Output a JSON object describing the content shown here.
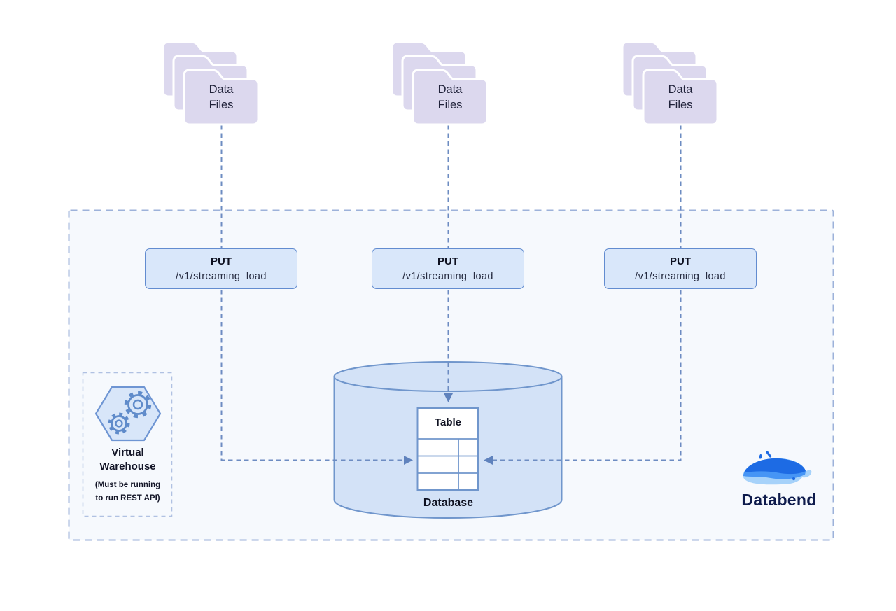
{
  "folders": [
    {
      "label": "Data Files"
    },
    {
      "label": "Data Files"
    },
    {
      "label": "Data Files"
    }
  ],
  "endpoints": [
    {
      "method": "PUT",
      "path": "/v1/streaming_load"
    },
    {
      "method": "PUT",
      "path": "/v1/streaming_load"
    },
    {
      "method": "PUT",
      "path": "/v1/streaming_load"
    }
  ],
  "virtual_warehouse": {
    "title": "Virtual Warehouse",
    "note_lines": [
      "(Must be running",
      "to run REST API)"
    ]
  },
  "database": {
    "table_label": "Table",
    "label": "Database"
  },
  "brand": {
    "name": "Databend"
  },
  "colors": {
    "folder_fill": "#dcd8ee",
    "endpoint_fill": "#d9e7fa",
    "endpoint_border": "#628cd0",
    "connector": "#6d8cc2",
    "arrowhead": "#5f82bd",
    "cylinder_fill": "#d3e2f7",
    "cylinder_border": "#7096cc",
    "boundary_fill": "#f6f9fd",
    "boundary_border": "#9db2da",
    "warehouse_box_border": "#b0c1e2",
    "hexagon_fill": "#d8e6f9",
    "hexagon_border": "#6e95d3",
    "gear_stroke": "#5f8bca",
    "brand_navy": "#0e1b4c",
    "whale_dark": "#1d6be4",
    "whale_mid": "#4695f5",
    "whale_light": "#a6d2fa"
  }
}
